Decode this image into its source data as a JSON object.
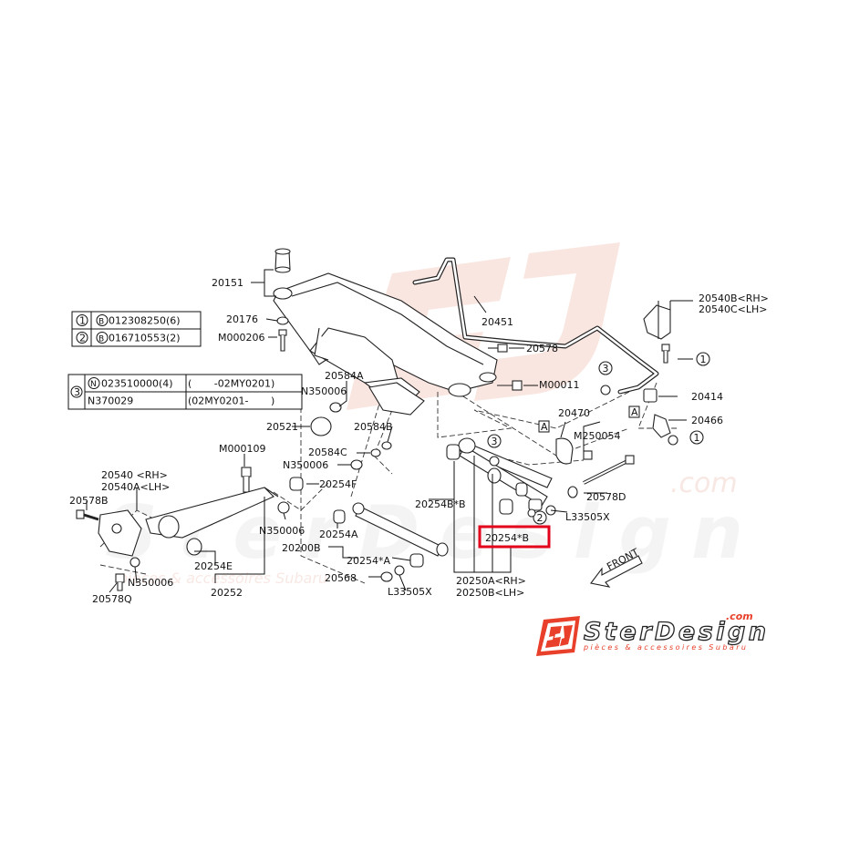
{
  "table1": {
    "rows": [
      {
        "num": "1",
        "code": "B",
        "value": "012308250(6)"
      },
      {
        "num": "2",
        "code": "B",
        "value": "016710553(2)"
      }
    ]
  },
  "table2": {
    "num": "3",
    "rows": [
      {
        "code": "N",
        "part": "023510000(4)",
        "range": "(       -02MY0201)"
      },
      {
        "code": "",
        "part": "N370029",
        "range": "(02MY0201-       )"
      }
    ]
  },
  "labels": {
    "p20151": "20151",
    "p20176": "20176",
    "pM000206": "M000206",
    "p20451": "20451",
    "p20578": "20578",
    "p20540B": "20540B<RH>",
    "p20540C": "20540C<LH>",
    "p20584A": "20584A",
    "pN350006a": "N350006",
    "pM00011": "M00011",
    "p20521": "20521",
    "p20584B": "20584B",
    "p20414": "20414",
    "p20466": "20466",
    "p20584C": "20584C",
    "pN350006b": "N350006",
    "p20470": "20470",
    "pM250054": "M250054",
    "pM000109": "M000109",
    "p20254F": "20254F",
    "p20540rh": "20540 <RH>",
    "p20540lh": "20540A<LH>",
    "p20578B": "20578B",
    "p20254Bb": "20254B*B",
    "p20578D": "20578D",
    "pN350006c": "N350006",
    "pL33505Xa": "L33505X",
    "p20254A": "20254A",
    "p20200B": "20200B",
    "p20254B_hl": "20254*B",
    "p20254E": "20254E",
    "pN350006d": "N350006",
    "p20254starA": "20254*A",
    "p20578Q": "20578Q",
    "p20252": "20252",
    "p20568": "20568",
    "pL33505Xb": "L33505X",
    "p20250A": "20250A<RH>",
    "p20250B": "20250B<LH>",
    "front": "FRONT",
    "boxA1": "A",
    "boxA2": "A",
    "c1a": "1",
    "c1b": "1",
    "c2": "2",
    "c3a": "3",
    "c3b": "3"
  },
  "watermark": {
    "brand": "SterDesign",
    "dotcom": ".com",
    "tagline": "pièces & accessoires Subaru",
    "logo_letters": "SD"
  },
  "colors": {
    "highlight": "#e3001b",
    "watermark": "#f3c9c0",
    "logo_red": "#e8402a"
  }
}
